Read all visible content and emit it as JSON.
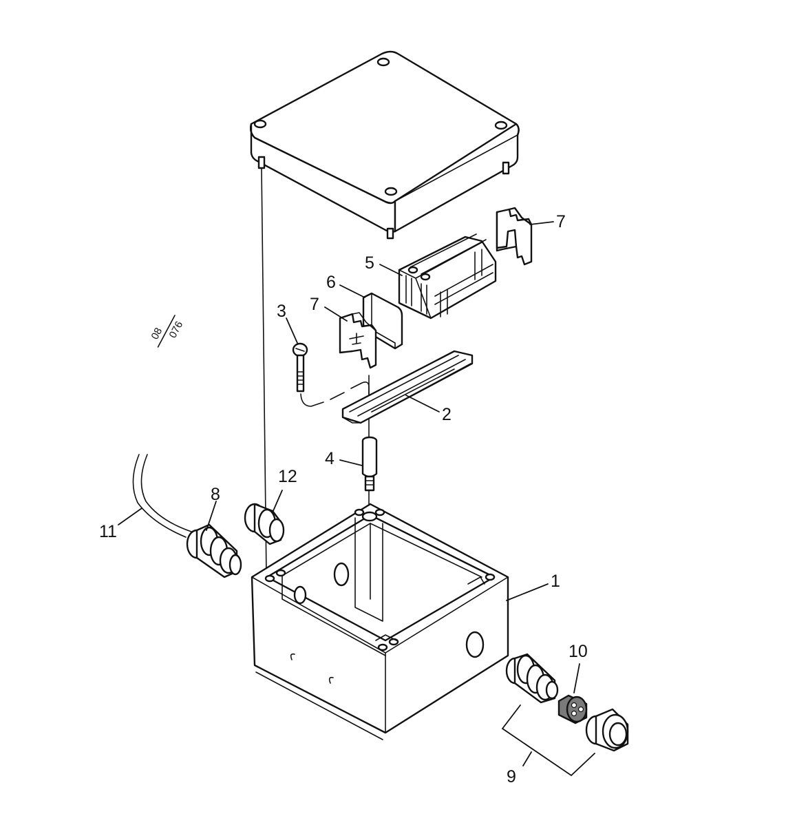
{
  "document_ref": {
    "top": "08",
    "bottom": "076"
  },
  "callouts": {
    "c1": "1",
    "c2": "2",
    "c3": "3",
    "c4": "4",
    "c5": "5",
    "c6": "6",
    "c7a": "7",
    "c7b": "7",
    "c8": "8",
    "c9": "9",
    "c10": "10",
    "c11": "11",
    "c12": "12"
  },
  "parts": [
    {
      "callout": "1",
      "name": "enclosure-box"
    },
    {
      "callout": "2",
      "name": "din-rail"
    },
    {
      "callout": "3",
      "name": "screw"
    },
    {
      "callout": "4",
      "name": "standoff"
    },
    {
      "callout": "5",
      "name": "terminal-block-assembly"
    },
    {
      "callout": "6",
      "name": "end-plate"
    },
    {
      "callout": "7",
      "name": "end-stop"
    },
    {
      "callout": "8",
      "name": "cable-gland"
    },
    {
      "callout": "9",
      "name": "cable-gland-assembly"
    },
    {
      "callout": "10",
      "name": "gland-seal-insert"
    },
    {
      "callout": "11",
      "name": "cable"
    },
    {
      "callout": "12",
      "name": "blanking-plug"
    }
  ]
}
